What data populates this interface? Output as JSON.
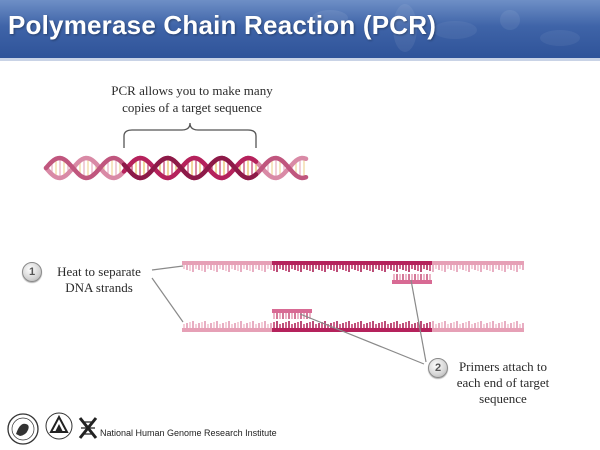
{
  "header": {
    "title": "Polymerase Chain Reaction (PCR)"
  },
  "intro": {
    "line1": "PCR allows you to make many",
    "line2": "copies of a target sequence"
  },
  "steps": [
    {
      "number": "1",
      "line1": "Heat to separate",
      "line2": "DNA strands"
    },
    {
      "number": "2",
      "line1": "Primers attach to",
      "line2": "each end of target",
      "line3": "sequence"
    }
  ],
  "footer": {
    "org_name": "National Human Genome Research Institute"
  },
  "colors": {
    "header_blue": "#3f64a8",
    "strand_pink": "#e6a0b6",
    "target_magenta": "#b5225c",
    "primer_pink": "#d86a94"
  }
}
